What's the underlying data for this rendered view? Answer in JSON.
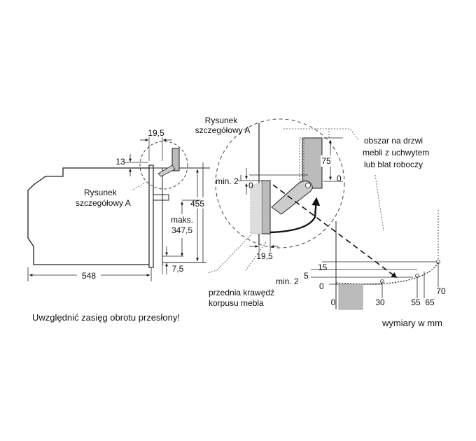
{
  "left_view": {
    "detail_label": [
      "Rysunek",
      "szczegółowy A"
    ],
    "dim_width": "548",
    "dim_top_offset": "19,5",
    "dim_13": "13",
    "dim_455": "455",
    "dim_max_label": [
      "maks.",
      "347,5"
    ],
    "dim_7_5": "7,5"
  },
  "detail_view": {
    "title": [
      "Rysunek",
      "szczegółowy A"
    ],
    "dim_min2": "min. 2",
    "dim_zero_small": "0",
    "dim_75": "75",
    "dim_zero": "0",
    "dim_19_5": "19,5",
    "note_front_edge": [
      "przednia krawędź",
      "korpusu mebla"
    ],
    "note_area": [
      "obszar na drzwi",
      "mebli z uchwytem",
      "lub blat roboczy"
    ]
  },
  "right_view": {
    "levels": [
      "15",
      "5",
      "min. 2",
      "0"
    ],
    "x_values": [
      "0",
      "30",
      "55",
      "65",
      "70"
    ]
  },
  "footer": {
    "note": "Uwzględnić zasięg obrotu przesłony!",
    "units": "wymiary w mm"
  }
}
